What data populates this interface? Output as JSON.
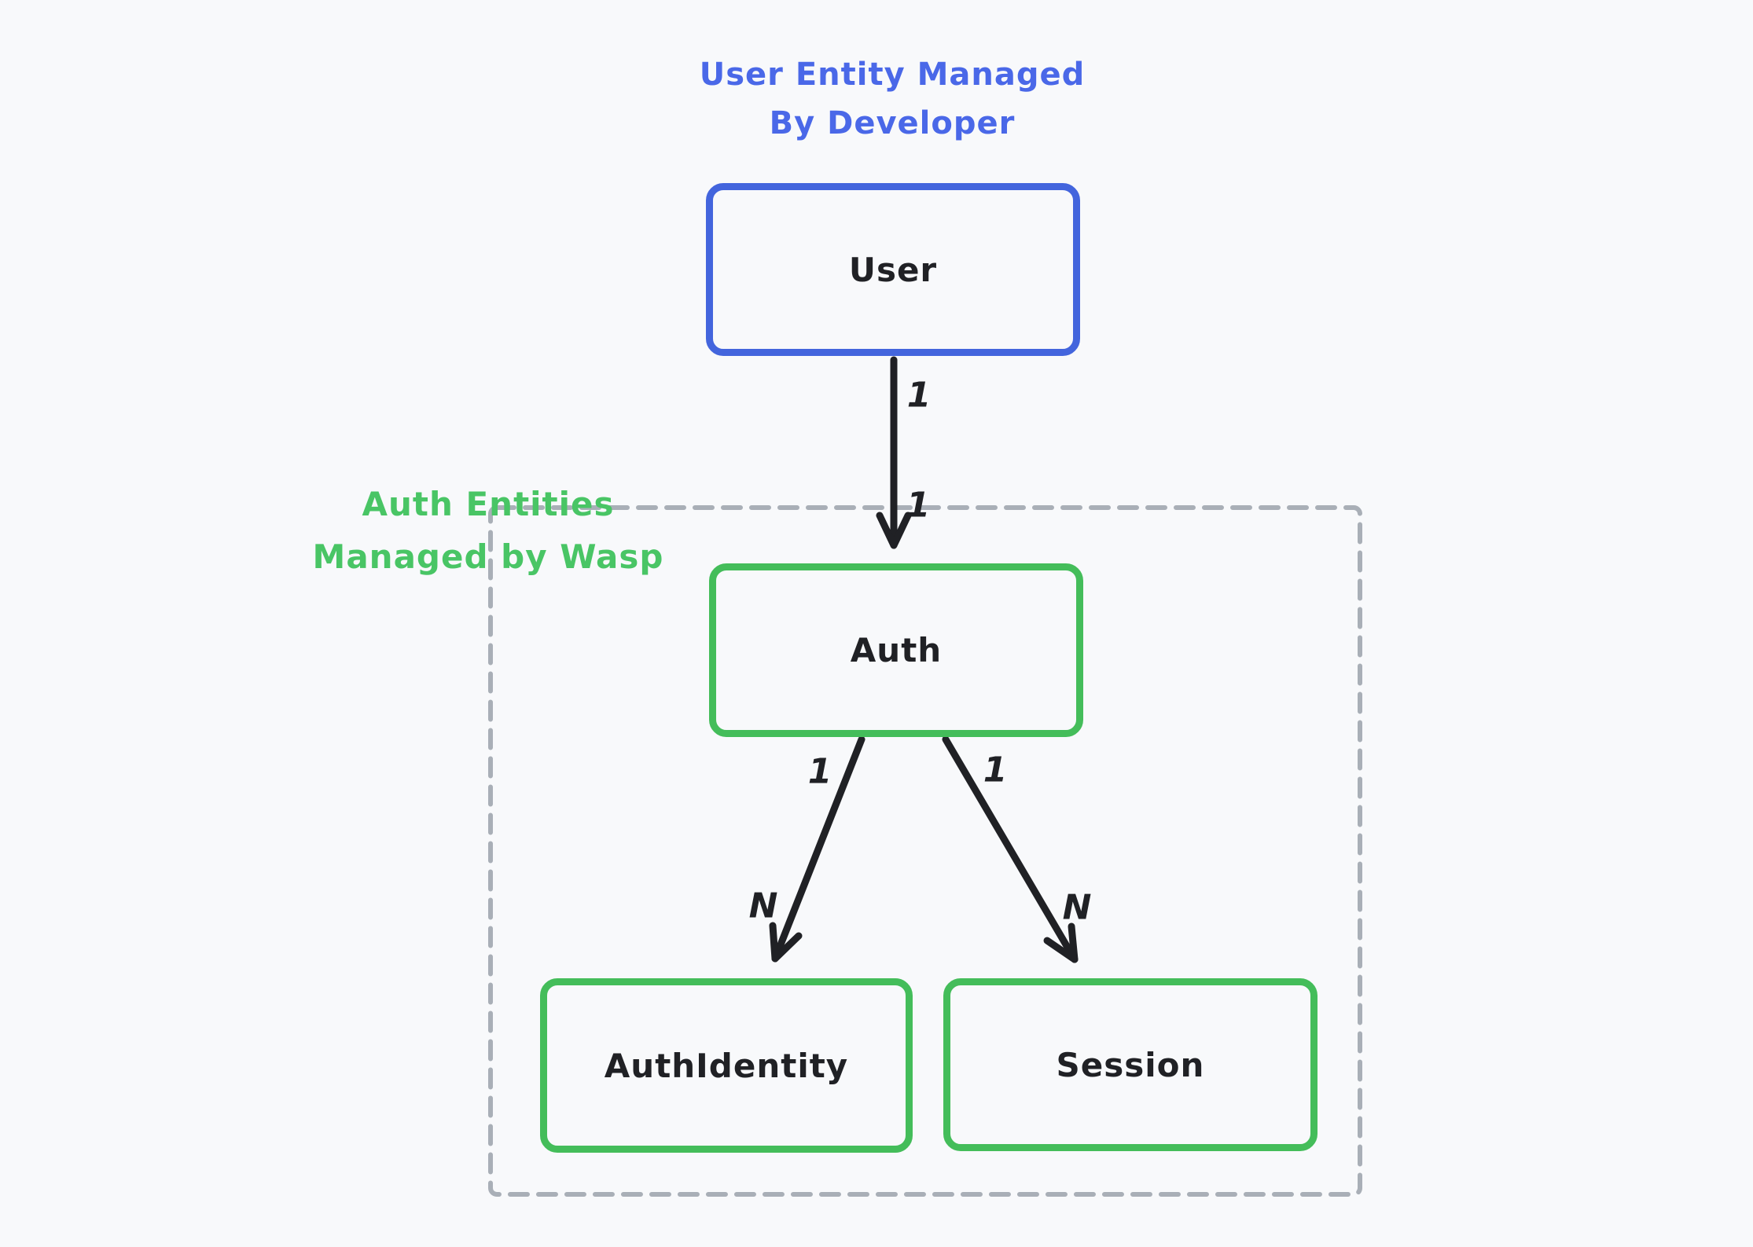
{
  "colors": {
    "background": "#f8f9fb",
    "blue": "#4365dd",
    "blue_text": "#4a68e8",
    "green": "#44bd5a",
    "green_text": "#49c565",
    "dashed_gray": "#a9afb7",
    "ink": "#202125"
  },
  "title": {
    "line1": "User Entity Managed",
    "line2": "By Developer"
  },
  "group": {
    "line1": "Auth Entities",
    "line2": "Managed by Wasp"
  },
  "nodes": {
    "user": {
      "label": "User",
      "color": "blue"
    },
    "auth": {
      "label": "Auth",
      "color": "green"
    },
    "auth_identity": {
      "label": "AuthIdentity",
      "color": "green"
    },
    "session": {
      "label": "Session",
      "color": "green"
    }
  },
  "edges": {
    "user_auth": {
      "from": "User",
      "to": "Auth",
      "from_label": "1",
      "to_label": "1"
    },
    "auth_auth_identity": {
      "from": "Auth",
      "to": "AuthIdentity",
      "from_label": "1",
      "to_label": "N"
    },
    "auth_session": {
      "from": "Auth",
      "to": "Session",
      "from_label": "1",
      "to_label": "N"
    }
  }
}
